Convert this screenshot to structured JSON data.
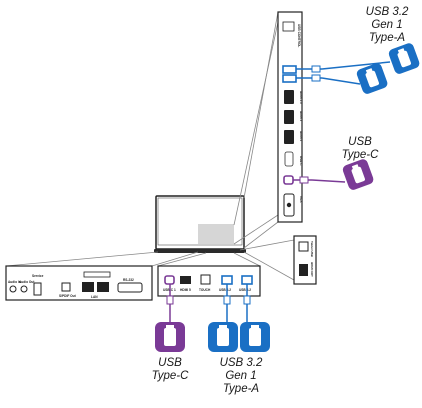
{
  "callouts": {
    "top_right": [
      "USB 3.2",
      "Gen 1",
      "Type-A"
    ],
    "mid_right": [
      "USB",
      "Type-C"
    ],
    "bottom_left": [
      "USB",
      "Type-C"
    ],
    "bottom_right": [
      "USB 3.2",
      "Gen 1",
      "Type-A"
    ]
  },
  "side_panel_ports": [
    "USB 3.2 GEN 1",
    "USB 3.2 GEN 1",
    "HDMI 2.0",
    "HDMI 3",
    "HDMI 4",
    "USB-C",
    "VGA"
  ],
  "side_panel_top_label": "USB CONTROL",
  "bottom_left_panel_ports": [
    "Service",
    "Audio In",
    "Audio Out",
    "S/PDIF Out",
    "LAN",
    "RS-232"
  ],
  "bottom_mid_panel_ports": [
    "USB-C 1",
    "HDMI 5",
    "TOUCH",
    "USB 3.2",
    "USB 3.2"
  ],
  "small_panel_ports": [
    "Tablet USB",
    "HDMI OUT"
  ],
  "colors": {
    "usb_a_blue": "#1a6fc4",
    "usb_c_purple": "#7a3a96",
    "panel_border": "#222222"
  },
  "icons": [
    "usb-a-drive-icon",
    "usb-c-drive-icon",
    "display-icon"
  ]
}
